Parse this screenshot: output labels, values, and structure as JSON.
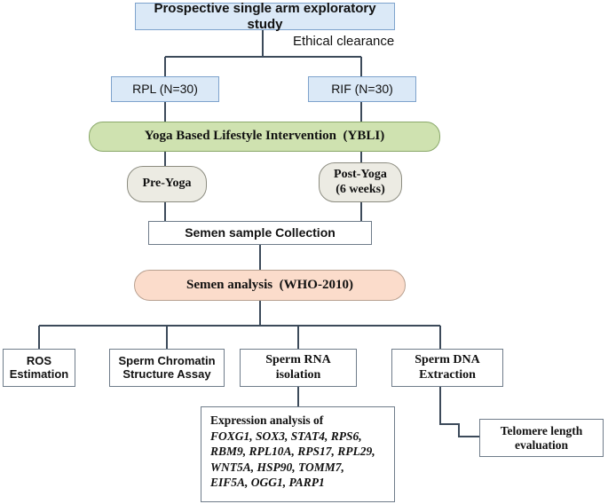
{
  "nodes": {
    "study": "Prospective single arm exploratory study",
    "ethics": "Ethical clearance",
    "rpl": "RPL (N=30)",
    "rif": "RIF (N=30)",
    "ybli": "Yoga Based Lifestyle Intervention  (YBLI)",
    "pre_yoga": "Pre-Yoga",
    "post_yoga_l1": "Post-Yoga",
    "post_yoga_l2": "(6 weeks)",
    "semen_collection": "Semen sample Collection",
    "semen_analysis": "Semen analysis  (WHO-2010)",
    "ros_l1": "ROS",
    "ros_l2": "Estimation",
    "scsa_l1": "Sperm Chromatin",
    "scsa_l2": "Structure Assay",
    "rna_l1": "Sperm RNA",
    "rna_l2": "isolation",
    "dna_l1": "Sperm DNA",
    "dna_l2": "Extraction",
    "telomere_l1": "Telomere length",
    "telomere_l2": "evaluation"
  },
  "expression": {
    "heading": "Expression analysis of",
    "lines": [
      "FOXG1, SOX3, STAT4, RPS6,",
      "RBM9, RPL10A, RPS17, RPL29,",
      "WNT5A, HSP90, TOMM7,",
      "EIF5A, OGG1, PARP1"
    ]
  },
  "colors": {
    "blue_fill": "#dbe9f7",
    "green_fill": "#cfe2b0",
    "grey_fill": "#ecebe3",
    "peach_fill": "#fbdccb",
    "line": "#3c4a5a"
  }
}
